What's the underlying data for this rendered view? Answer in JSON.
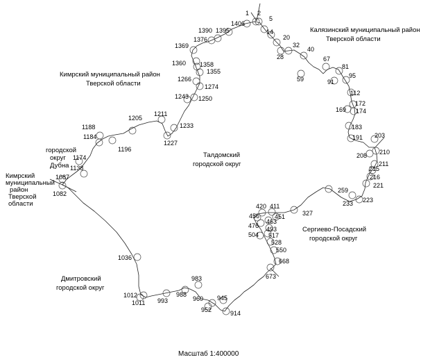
{
  "regions": {
    "kalyazin": [
      "Калязинский муниципальный район",
      "Тверской области"
    ],
    "kimry_big": [
      "Кимрский муниципальный район",
      "Тверской области"
    ],
    "taldom": [
      "Талдомский",
      "городской округ"
    ],
    "dubna": [
      "городской",
      "округ",
      "Дубна"
    ],
    "kimry_small": [
      "Кимрский",
      "муниципальный",
      "район",
      "Тверской",
      "области"
    ],
    "sergiev": [
      "Сергиево-Посадский",
      "городской округ"
    ],
    "dmitrov": [
      "Дмитровский",
      "городской округ"
    ]
  },
  "points": [
    "1",
    "2",
    "5",
    "1406",
    "14",
    "20",
    "1395",
    "1390",
    "28",
    "32",
    "40",
    "1376",
    "1369",
    "67",
    "81",
    "95",
    "91",
    "59",
    "1360",
    "1358",
    "1355",
    "1266",
    "1274",
    "1243",
    "1250",
    "112",
    "172",
    "174",
    "169",
    "1211",
    "1205",
    "1233",
    "1227",
    "183",
    "203",
    "191",
    "1188",
    "1184",
    "1196",
    "210",
    "208",
    "211",
    "215",
    "216",
    "221",
    "223",
    "233",
    "259",
    "1174",
    "1138",
    "1087",
    "1082",
    "327",
    "420",
    "411",
    "456",
    "451",
    "463",
    "476",
    "493",
    "504",
    "517",
    "528",
    "550",
    "668",
    "673",
    "1036",
    "983",
    "988",
    "993",
    "945",
    "960",
    "952",
    "914",
    "1012",
    "1011"
  ],
  "scale": "Масштаб 1:400000"
}
